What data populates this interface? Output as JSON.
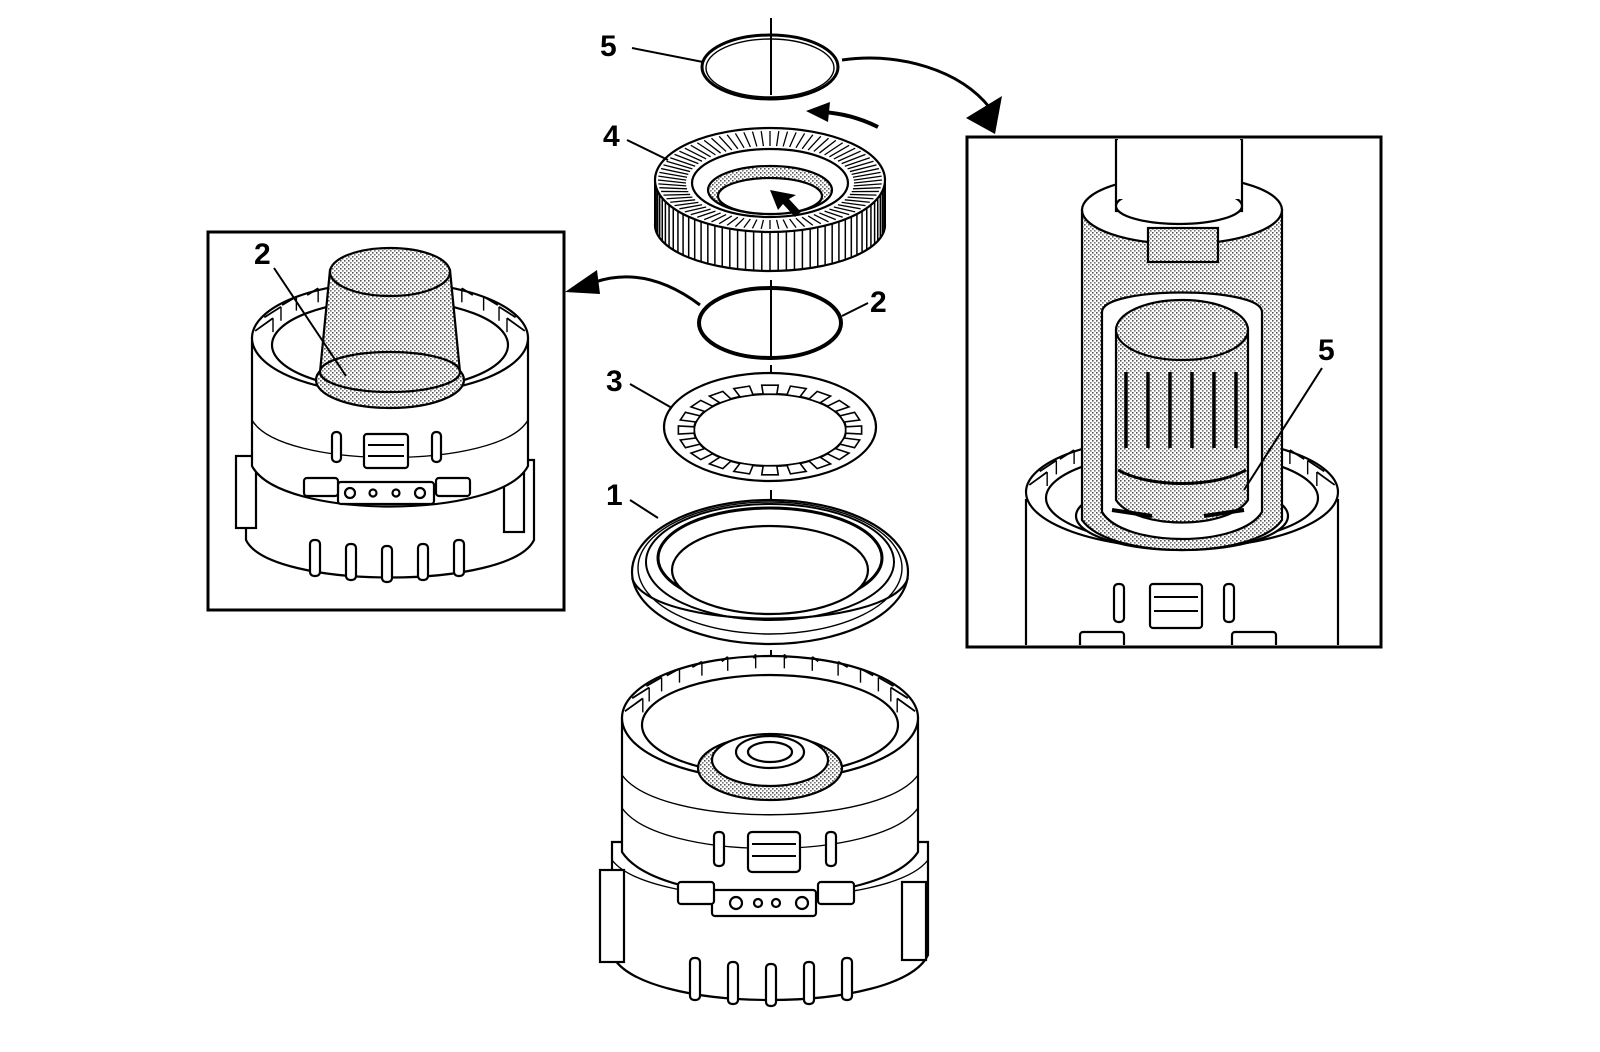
{
  "callouts": {
    "top_snap_ring": "5",
    "gear_ring": "4",
    "middle_seal_ring": "2",
    "spring_washer": "3",
    "piston": "1",
    "left_inset": "2",
    "right_inset": "5"
  },
  "colors": {
    "line": "#000000",
    "background": "#ffffff"
  }
}
